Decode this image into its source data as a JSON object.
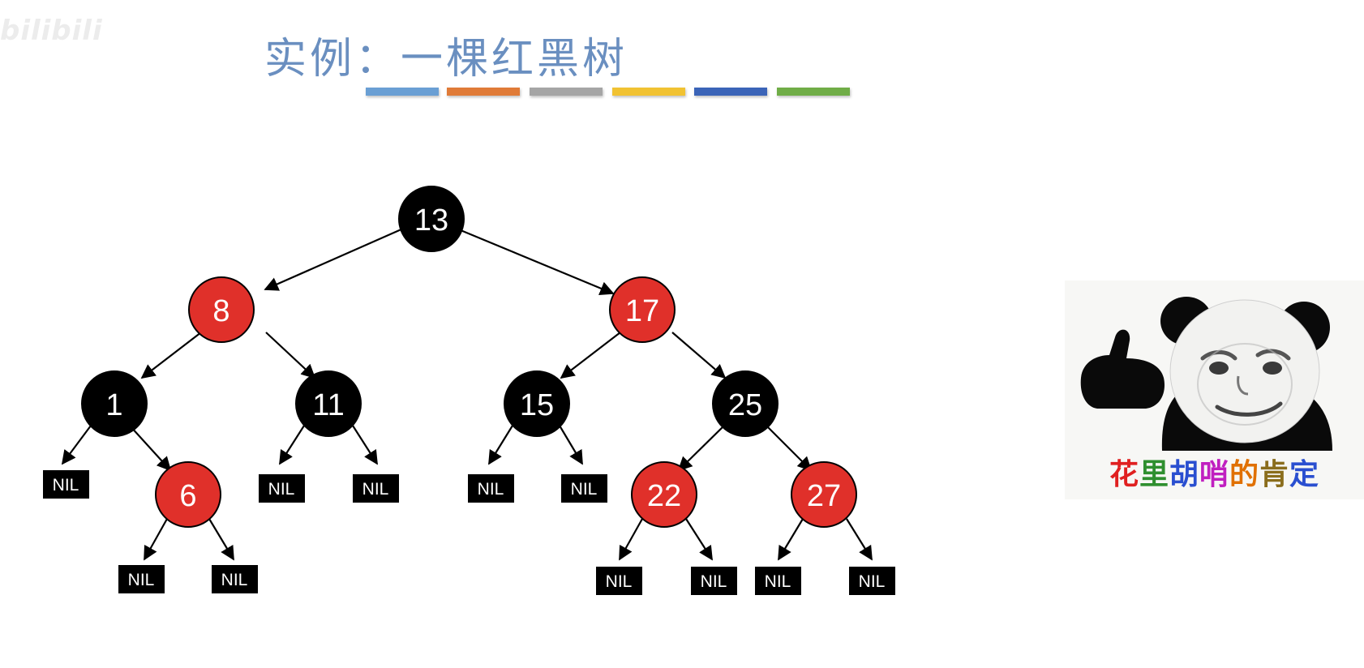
{
  "watermark": "bilibili",
  "title": "实例：一棵红黑树",
  "color_bar": [
    "#6a9fd4",
    "#e07b38",
    "#a5a5a5",
    "#f1c232",
    "#3b64b8",
    "#70ad47"
  ],
  "colors": {
    "red_node": "#e0302a",
    "black_node": "#000000",
    "node_text": "#ffffff"
  },
  "tree": {
    "nodes": [
      {
        "id": "n13",
        "label": "13",
        "color": "black"
      },
      {
        "id": "n8",
        "label": "8",
        "color": "red"
      },
      {
        "id": "n17",
        "label": "17",
        "color": "red"
      },
      {
        "id": "n1",
        "label": "1",
        "color": "black"
      },
      {
        "id": "n11",
        "label": "11",
        "color": "black"
      },
      {
        "id": "n15",
        "label": "15",
        "color": "black"
      },
      {
        "id": "n25",
        "label": "25",
        "color": "black"
      },
      {
        "id": "n6",
        "label": "6",
        "color": "red"
      },
      {
        "id": "n22",
        "label": "22",
        "color": "red"
      },
      {
        "id": "n27",
        "label": "27",
        "color": "red"
      }
    ],
    "nil_label": "NIL",
    "nil_count": 11
  },
  "meme": {
    "icon": "panda-thumbs-up-icon",
    "caption": [
      {
        "char": "花",
        "color": "#e02020"
      },
      {
        "char": "里",
        "color": "#2f8f2f"
      },
      {
        "char": "胡",
        "color": "#2a4fd0"
      },
      {
        "char": "哨",
        "color": "#c020c0"
      },
      {
        "char": "的",
        "color": "#e07000"
      },
      {
        "char": "肯",
        "color": "#8a6d1c"
      },
      {
        "char": "定",
        "color": "#2a4fd0"
      }
    ]
  }
}
